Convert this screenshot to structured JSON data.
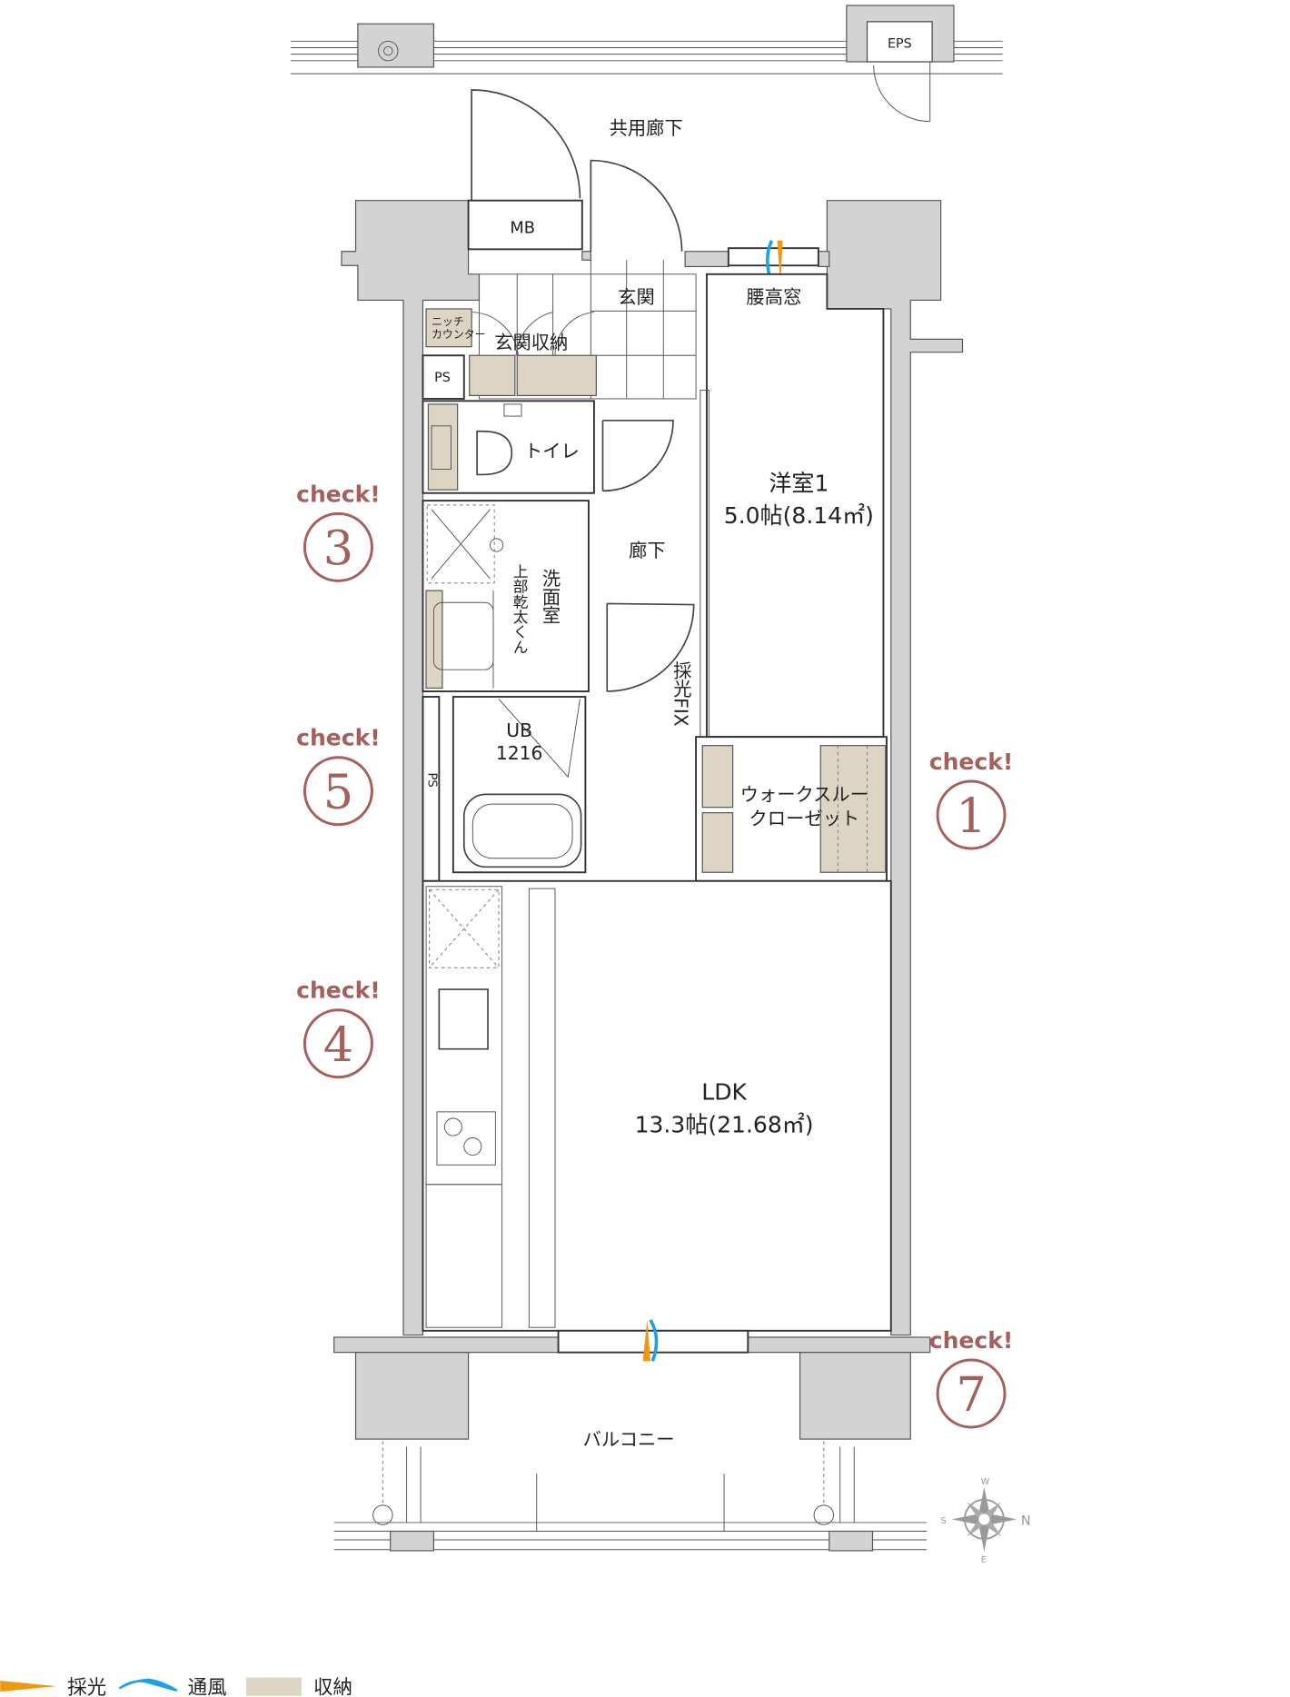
{
  "labels": {
    "common_corridor": "共用廊下",
    "eps": "EPS",
    "mb": "MB",
    "entrance": "玄関",
    "waist_window": "腰高窓",
    "niche_counter_1": "ニッチ",
    "niche_counter_2": "カウンター",
    "entrance_storage": "玄関収納",
    "ps_top": "PS",
    "toilet": "トイレ",
    "western_room": "洋室1",
    "western_room_size": "5.0帖(8.14㎡)",
    "hallway": "廊下",
    "washroom": "洗面室",
    "dryer": "上部乾太くん",
    "fix_window": "採光FIX",
    "ub": "UB",
    "ub_size": "1216",
    "ps_side": "PS",
    "wic_1": "ウォークスルー",
    "wic_2": "クローゼット",
    "ldk": "LDK",
    "ldk_size": "13.3帖(21.68㎡)",
    "balcony": "バルコニー"
  },
  "checks": [
    {
      "label": "check!",
      "number": "3"
    },
    {
      "label": "check!",
      "number": "5"
    },
    {
      "label": "check!",
      "number": "4"
    },
    {
      "label": "check!",
      "number": "1"
    },
    {
      "label": "check!",
      "number": "7"
    }
  ],
  "compass": {
    "n": "N",
    "s": "S",
    "e": "E",
    "w": "W"
  },
  "legend": [
    {
      "label": "採光",
      "color": "#f0960f"
    },
    {
      "label": "通風",
      "color": "#1ea0e6"
    },
    {
      "label": "収納",
      "color": "#dcd5c3"
    }
  ],
  "colors": {
    "accent": "#a5605c",
    "wall": "#d3d3d3",
    "storage": "#dcd5c3"
  }
}
